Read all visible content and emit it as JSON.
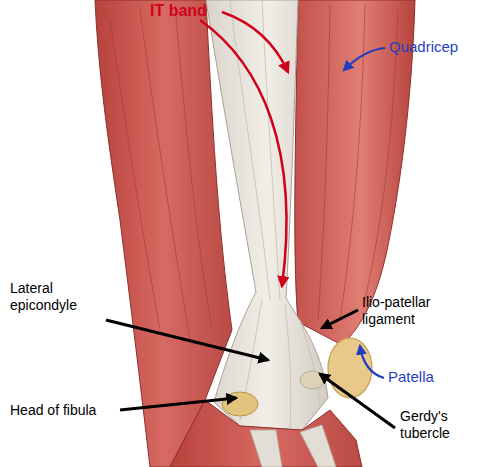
{
  "diagram": {
    "labels": [
      "IT band",
      "Quadricep",
      "Lateral epicondyle",
      "Ilio-patellar ligament",
      "Patella",
      "Head of fibula",
      "Gerdy's tubercle"
    ]
  }
}
